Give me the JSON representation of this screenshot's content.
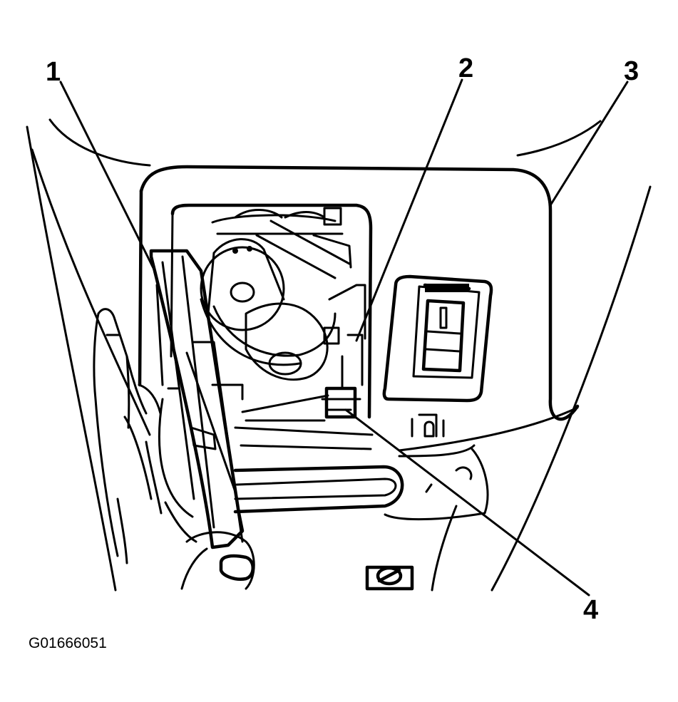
{
  "callouts": [
    {
      "id": "callout-1",
      "label": "1"
    },
    {
      "id": "callout-2",
      "label": "2"
    },
    {
      "id": "callout-3",
      "label": "3"
    },
    {
      "id": "callout-4",
      "label": "4"
    }
  ],
  "figure_id": "G01666051"
}
